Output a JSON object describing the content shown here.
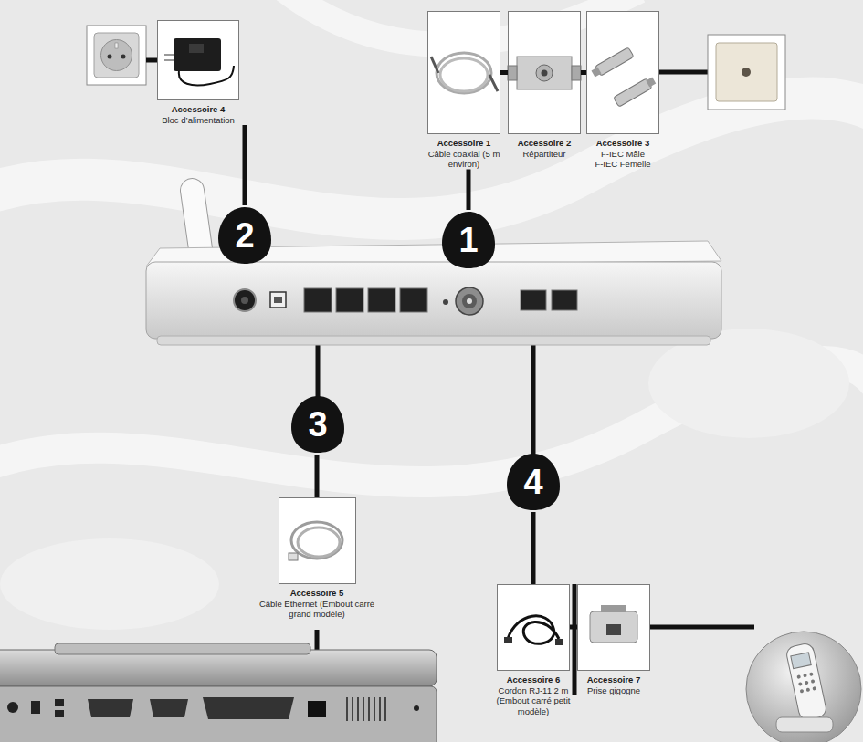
{
  "diagram": {
    "nodes": [
      {
        "text": [
          "Accessoire 4",
          "Bloc d’alimentation"
        ]
      },
      {
        "text": [
          "Accessoire 1",
          "Câble coaxial (5 m environ)"
        ]
      },
      {
        "text": [
          "Accessoire 2",
          "Répartiteur"
        ]
      },
      {
        "text": [
          "Accessoire 3",
          "F-IEC Mâle",
          "F-IEC Femelle"
        ]
      },
      {
        "text": [
          "2"
        ]
      },
      {
        "text": [
          "1"
        ]
      },
      {
        "text": [
          "3"
        ]
      },
      {
        "text": [
          "Accessoire 5",
          "Câble Ethernet (Embout carré grand modèle)"
        ]
      },
      {
        "text": [
          "4"
        ]
      },
      {
        "text": [
          "Accessoire 6",
          "Cordon RJ-11 2 m (Embout carré petit modèle)"
        ]
      },
      {
        "text": [
          "Accessoire 7",
          "Prise gigogne"
        ]
      }
    ],
    "edges": [
      {
        "from": 0,
        "to": 4,
        "arrow": "none"
      },
      {
        "from": 1,
        "to": 2,
        "arrow": "none"
      },
      {
        "from": 2,
        "to": 3,
        "arrow": "none"
      },
      {
        "from": 1,
        "to": 5,
        "arrow": "none"
      },
      {
        "from": 6,
        "to": 7,
        "arrow": "none"
      },
      {
        "from": 8,
        "to": 9,
        "arrow": "none"
      },
      {
        "from": 9,
        "to": 10,
        "arrow": "none"
      }
    ]
  }
}
